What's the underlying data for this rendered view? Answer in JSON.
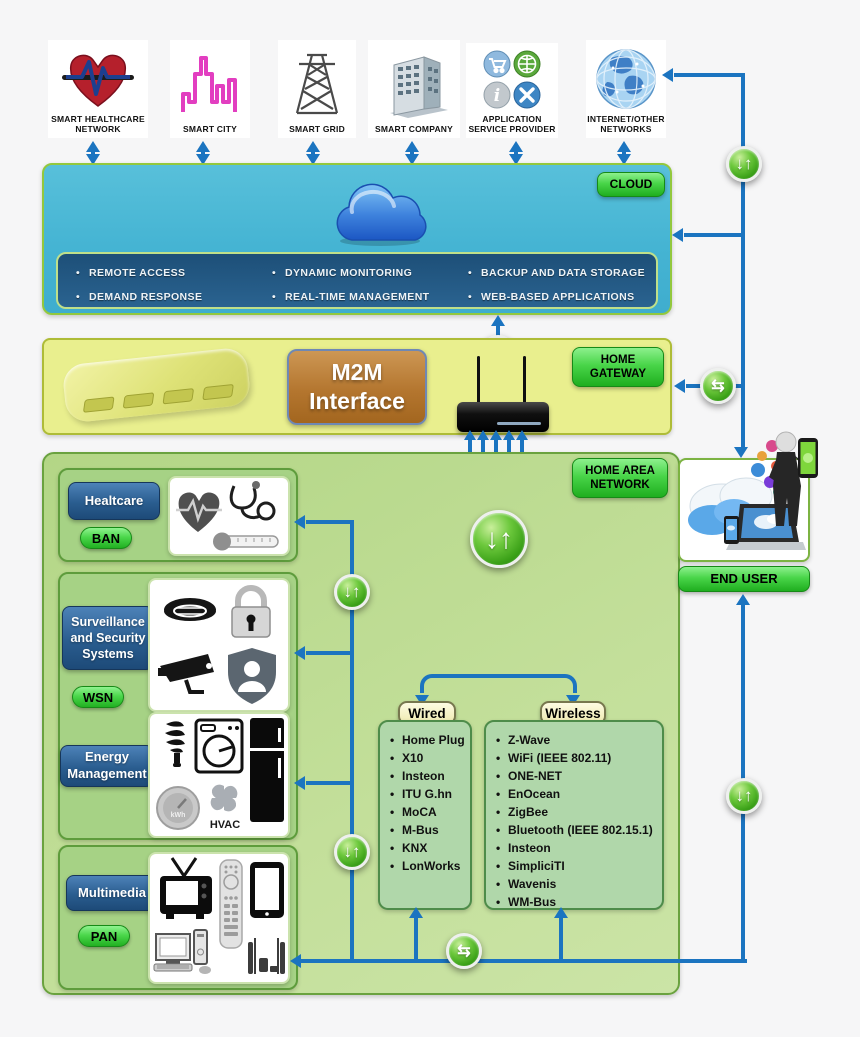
{
  "external_networks": [
    {
      "icon": "heart-ekg-icon",
      "label": "SMART HEALTHCARE NETWORK"
    },
    {
      "icon": "city-skyline-icon",
      "label": "SMART CITY"
    },
    {
      "icon": "transmission-tower-icon",
      "label": "SMART GRID"
    },
    {
      "icon": "office-building-icon",
      "label": "SMART COMPANY"
    },
    {
      "icon": "app-services-icon",
      "label": "APPLICATION SERVICE PROVIDER"
    },
    {
      "icon": "internet-globe-icon",
      "label": "INTERNET/OTHER NETWORKS"
    }
  ],
  "cloud": {
    "badge": "CLOUD",
    "features": [
      "REMOTE ACCESS",
      "DEMAND RESPONSE",
      "DYNAMIC MONITORING",
      "REAL-TIME MANAGEMENT",
      "BACKUP AND DATA STORAGE",
      "WEB-BASED APPLICATIONS"
    ]
  },
  "home_gateway": {
    "badge": "HOME GATEWAY",
    "m2m_line1": "M2M",
    "m2m_line2": "Interface"
  },
  "han": {
    "badge": "HOME AREA NETWORK",
    "healthcare": {
      "label": "Healtcare",
      "tag": "BAN"
    },
    "surveillance": {
      "label": "Surveillance and Security Systems",
      "tag": "WSN"
    },
    "energy": {
      "label": "Energy Management",
      "hvac_label": "HVAC",
      "meter_label": "kWh"
    },
    "multimedia": {
      "label": "Multimedia",
      "tag": "PAN"
    },
    "wired": {
      "title": "Wired",
      "items": [
        "Home Plug",
        "X10",
        "Insteon",
        "ITU G.hn",
        "MoCA",
        "M-Bus",
        "KNX",
        "LonWorks"
      ]
    },
    "wireless": {
      "title": "Wireless",
      "items": [
        "Z-Wave",
        "WiFi (IEEE 802.11)",
        "ONE-NET",
        "EnOcean",
        "ZigBee",
        "Bluetooth (IEEE 802.15.1)",
        "Insteon",
        "SimpliciTI",
        "Wavenis",
        "WM-Bus"
      ]
    }
  },
  "end_user": {
    "badge": "END USER"
  },
  "icons": {
    "updown": "↓↑",
    "swap": "⇆"
  },
  "colors": {
    "connector_blue": "#1b74c0",
    "badge_green": "#2eb82e",
    "cloud_bg": "#45b4d3",
    "cloud_panel_blue": "#1d4f78",
    "gateway_bg": "#e9ef8e",
    "han_bg": "#bcda90",
    "category_bg": "#a6d285",
    "label_blue": "#2a5d8f",
    "m2m_brown": "#b4762f",
    "tech_list_bg": "#b0d7aa"
  }
}
